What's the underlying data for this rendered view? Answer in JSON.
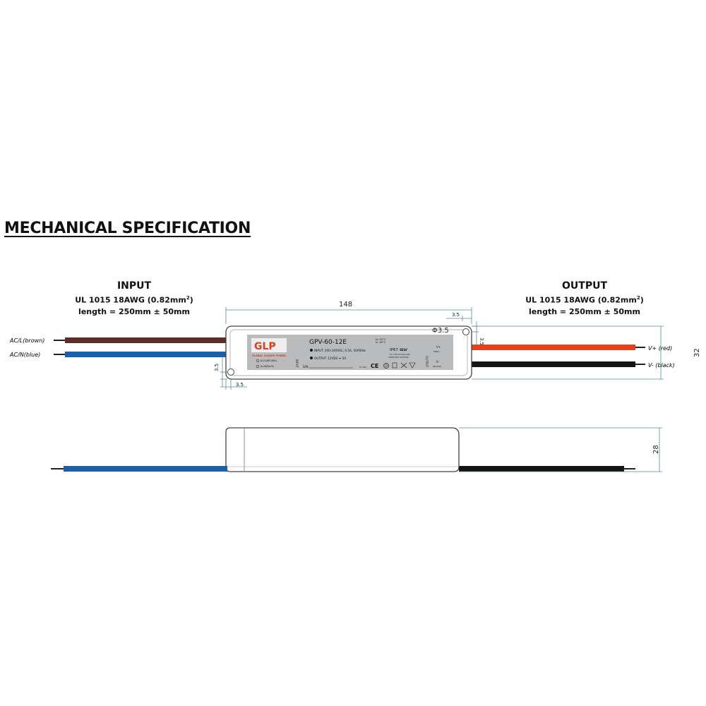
{
  "title": "MECHANICAL SPECIFICATION",
  "input": {
    "heading": "INPUT",
    "cable": "UL 1015 18AWG (0.82mm",
    "cable_sup": "2",
    "cable_end": ")",
    "length": "length = 250mm ± 50mm",
    "wire_l": "AC/L(brown)",
    "wire_n": "AC/N(blue)"
  },
  "output": {
    "heading": "OUTPUT",
    "cable": "UL 1015 18AWG (0.82mm",
    "cable_sup": "2",
    "cable_end": ")",
    "length": "length = 250mm ± 50mm",
    "wire_pos": "V+ (red)",
    "wire_neg": "V- (black)"
  },
  "dims": {
    "length": "148",
    "hole_offset": "3.5",
    "hole_dia": "Φ3.5",
    "width": "32",
    "height": "28"
  },
  "label": {
    "brand": "GLP",
    "brand_sub": "GLOBAL LEADER POWER",
    "model": "GPV-60-12E",
    "ta": "ta: 50°C",
    "tc": "tc: 80°C",
    "input_spec": "INPUT: 200-240VAC, 0.5A, 50/60Hz",
    "output_spec": "OUTPUT: 12VDC ⎓ 5A",
    "acl": "AC/L(BROWN)",
    "acn": "AC/N(BLUE)",
    "input_vert": "INPUT",
    "output_vert": "OUTPUT",
    "sn": "S/N:",
    "ip": "IP67",
    "selv": "SELV",
    "led_note1": "For LED module with",
    "led_note2": "CONSTANT VOLTAGE",
    "vplus": "V+",
    "vplus_color": "(RED)",
    "vminus": "V-",
    "vminus_color": "(BLACK)",
    "ce": "CE",
    "ul": "TL 22A"
  },
  "colors": {
    "brown_wire": "#5e2e26",
    "blue_wire": "#1f5fa8",
    "red_wire": "#e8401c",
    "black_wire": "#141414",
    "dim_line": "#5b8a97",
    "label_bg": "#b9bbbd",
    "brand_red": "#d6401e"
  }
}
